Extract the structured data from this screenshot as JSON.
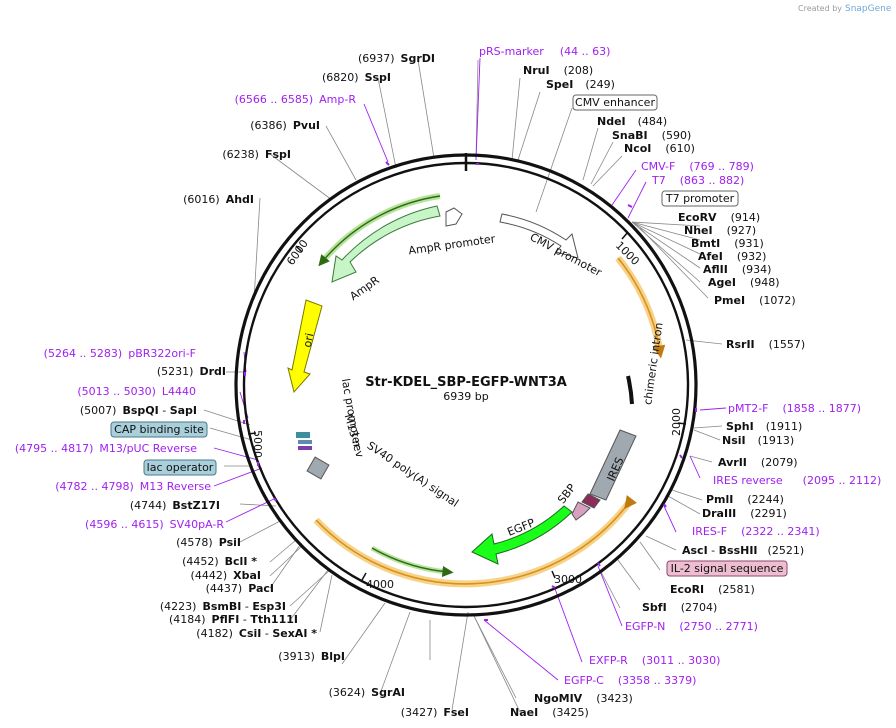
{
  "credit": {
    "prefix": "Created by",
    "brand": "SnapGene"
  },
  "plasmid": {
    "name": "Str-KDEL_SBP-EGFP-WNT3A",
    "length": "6939 bp"
  },
  "ticks": [
    "1000",
    "2000",
    "3000",
    "4000",
    "5000",
    "6000"
  ],
  "boxed_labels": [
    {
      "text": "CMV enhancer"
    },
    {
      "text": "T7 promoter"
    },
    {
      "text": "CAP binding site"
    },
    {
      "text": "lac operator"
    },
    {
      "text": "IL-2 signal sequence"
    }
  ],
  "right_labels": [
    {
      "pos": "(44 .. 63)",
      "name": "pRS-marker",
      "primer": true
    },
    {
      "name": "NruI",
      "pos": "(208)"
    },
    {
      "name": "SpeI",
      "pos": "(249)"
    },
    {
      "name": "NdeI",
      "pos": "(484)"
    },
    {
      "name": "SnaBI",
      "pos": "(590)"
    },
    {
      "name": "NcoI",
      "pos": "(610)"
    },
    {
      "name": "CMV-F",
      "pos": "(769 .. 789)",
      "primer": true
    },
    {
      "name": "T7",
      "pos": "(863 .. 882)",
      "primer": true
    },
    {
      "name": "EcoRV",
      "pos": "(914)"
    },
    {
      "name": "NheI",
      "pos": "(927)"
    },
    {
      "name": "BmtI",
      "pos": "(931)"
    },
    {
      "name": "AfeI",
      "pos": "(932)"
    },
    {
      "name": "AflII",
      "pos": "(934)"
    },
    {
      "name": "AgeI",
      "pos": "(948)"
    },
    {
      "name": "PmeI",
      "pos": "(1072)"
    },
    {
      "name": "RsrII",
      "pos": "(1557)"
    },
    {
      "name": "pMT2-F",
      "pos": "(1858 .. 1877)",
      "primer": true
    },
    {
      "name": "SphI",
      "pos": "(1911)"
    },
    {
      "name": "NsiI",
      "pos": "(1913)"
    },
    {
      "name": "AvrII",
      "pos": "(2079)"
    },
    {
      "name": "IRES reverse",
      "pos": "(2095 .. 2112)",
      "primer": true
    },
    {
      "name": "PmlI",
      "pos": "(2244)"
    },
    {
      "name": "DraIII",
      "pos": "(2291)"
    },
    {
      "name": "IRES-F",
      "pos": "(2322 .. 2341)",
      "primer": true
    },
    {
      "name": "AscI",
      "mid": " - ",
      "name2": "BssHII",
      "pos": "(2521)"
    },
    {
      "name": "EcoRI",
      "pos": "(2581)"
    },
    {
      "name": "SbfI",
      "pos": "(2704)"
    },
    {
      "name": "EGFP-N",
      "pos": "(2750 .. 2771)",
      "primer": true
    },
    {
      "name": "EXFP-R",
      "pos": "(3011 .. 3030)",
      "primer": true
    },
    {
      "name": "EGFP-C",
      "pos": "(3358 .. 3379)",
      "primer": true
    },
    {
      "name": "NgoMIV",
      "pos": "(3423)"
    },
    {
      "name": "NaeI",
      "pos": "(3425)"
    }
  ],
  "left_labels": [
    {
      "pos": "(6937)",
      "name": "SgrDI"
    },
    {
      "pos": "(6820)",
      "name": "SspI"
    },
    {
      "pos": "(6566 .. 6585)",
      "name": "Amp-R",
      "primer": true
    },
    {
      "pos": "(6386)",
      "name": "PvuI"
    },
    {
      "pos": "(6238)",
      "name": "FspI"
    },
    {
      "pos": "(6016)",
      "name": "AhdI"
    },
    {
      "pos": "(5264 .. 5283)",
      "name": "pBR322ori-F",
      "primer": true
    },
    {
      "pos": "(5231)",
      "name": "DrdI"
    },
    {
      "pos": "(5013 .. 5030)",
      "name": "L4440",
      "primer": true
    },
    {
      "pos": "(5007)",
      "name": "BspQI",
      "mid": " - ",
      "name2": "SapI"
    },
    {
      "pos": "(4795 .. 4817)",
      "name": "M13/pUC Reverse",
      "primer": true
    },
    {
      "pos": "(4782 .. 4798)",
      "name": "M13 Reverse",
      "primer": true
    },
    {
      "pos": "(4744)",
      "name": "BstZ17I"
    },
    {
      "pos": "(4596 .. 4615)",
      "name": "SV40pA-R",
      "primer": true
    },
    {
      "pos": "(4578)",
      "name": "PsiI"
    },
    {
      "pos": "(4452)",
      "name": "BclI *"
    },
    {
      "pos": "(4442)",
      "name": "XbaI"
    },
    {
      "pos": "(4437)",
      "name": "PacI"
    },
    {
      "pos": "(4223)",
      "name": "BsmBI",
      "mid": " - ",
      "name2": "Esp3I"
    },
    {
      "pos": "(4184)",
      "name": "PflFI",
      "mid": " - ",
      "name2": "Tth111I"
    },
    {
      "pos": "(4182)",
      "name": "CsiI",
      "mid": " - ",
      "name2": "SexAI *"
    },
    {
      "pos": "(3913)",
      "name": "BlpI"
    },
    {
      "pos": "(3624)",
      "name": "SgrAI"
    },
    {
      "pos": "(3427)",
      "name": "FseI"
    }
  ],
  "features": [
    {
      "label": "AmpR promoter"
    },
    {
      "label": "AmpR"
    },
    {
      "label": "CMV promoter"
    },
    {
      "label": "ori"
    },
    {
      "label": "lac promoter"
    },
    {
      "label": "M13 rev"
    },
    {
      "label": "SV40 poly(A) signal"
    },
    {
      "label": "chimeric intron"
    },
    {
      "label": "IRES"
    },
    {
      "label": "SBP"
    },
    {
      "label": "EGFP"
    }
  ],
  "colors": {
    "primer": "#a020f0",
    "ampR": "#c8f5c8",
    "ori": "#ffff00",
    "egfp": "#1aff1a",
    "ires": "#a0a8b0",
    "sbp": "#8b2c5a",
    "orange": "#f0a030",
    "boxBlue": "#a9cfdb",
    "boxPink": "#eebdd1"
  }
}
